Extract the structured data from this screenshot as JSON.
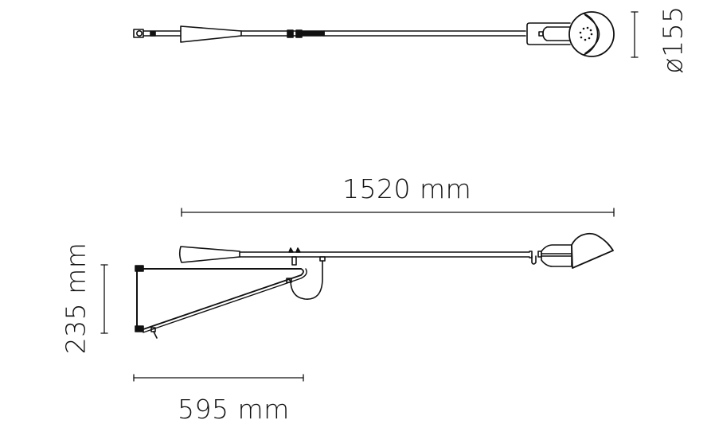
{
  "diagram": {
    "type": "technical-drawing",
    "subject": "wall lamp with swing arm",
    "views": [
      "top-view",
      "side-view"
    ],
    "dimensions": {
      "total_length": "1520 mm",
      "height": "235 mm",
      "base_length": "595 mm",
      "head_diameter": "ø155"
    },
    "colors": {
      "line": "#111111",
      "background": "#ffffff"
    }
  }
}
